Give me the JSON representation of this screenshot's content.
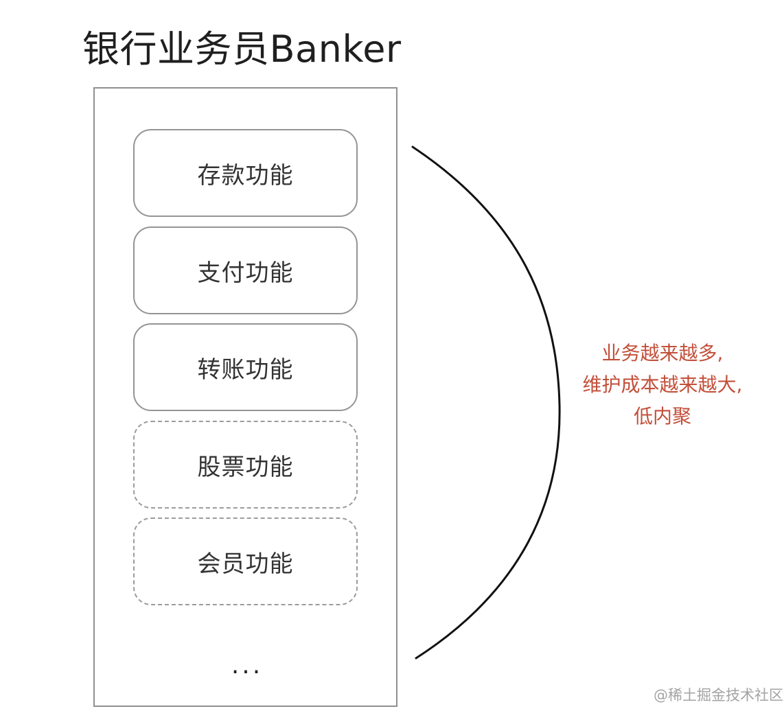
{
  "diagram": {
    "title": "银行业务员Banker",
    "modules": [
      {
        "label": "存款功能",
        "style": "solid"
      },
      {
        "label": "支付功能",
        "style": "solid"
      },
      {
        "label": "转账功能",
        "style": "solid"
      },
      {
        "label": "股票功能",
        "style": "dashed"
      },
      {
        "label": "会员功能",
        "style": "dashed"
      }
    ],
    "ellipsis": "...",
    "note": {
      "lines": [
        "业务越来越多,",
        "维护成本越来越大,",
        "低内聚"
      ],
      "color": "#c34f3a"
    },
    "watermark": "@稀土掘金技术社区"
  }
}
